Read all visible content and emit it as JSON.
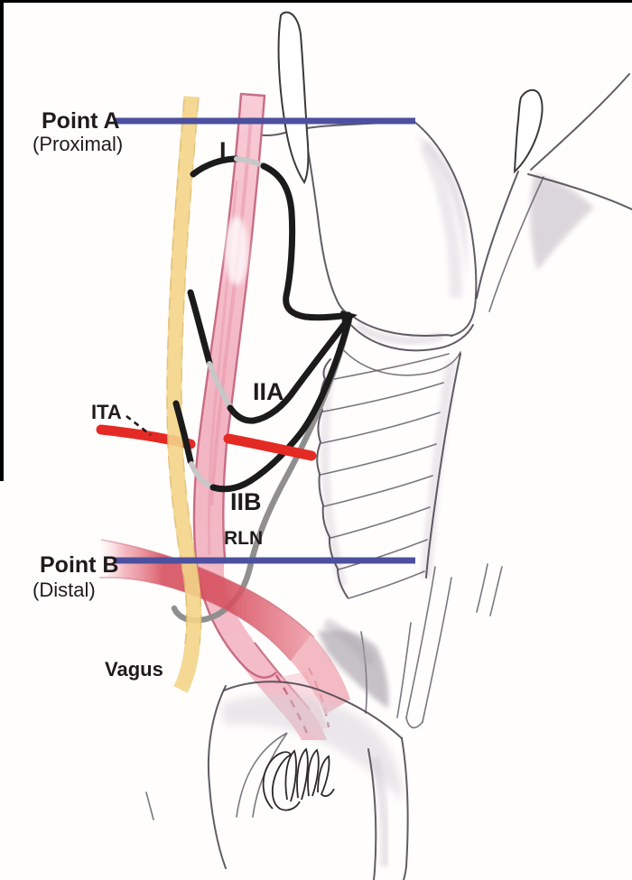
{
  "figure": {
    "title": "Recurrent laryngeal nerve course variants diagram",
    "labels": {
      "point_a": "Point A",
      "point_a_sub": "(Proximal)",
      "point_b": "Point B",
      "point_b_sub": "(Distal)",
      "variant_i": "I",
      "variant_iia": "IIA",
      "variant_iib": "IIB",
      "ita": "ITA",
      "rln": "RLN",
      "vagus": "Vagus"
    },
    "colors": {
      "reference_line": "#4c509e",
      "vagus_nerve": "#f3d488",
      "vagus_edge": "#d8b264",
      "carotid_fill": "#f5c3ce",
      "carotid_edge": "#c2607a",
      "ita_artery": "#e42a24",
      "subclavian_core": "#d64f5e",
      "subclavian_light": "#f0a9b4",
      "rln_gray": "#8f8f8f",
      "nerve_black": "#1b1b1b",
      "frame_bar": "#000000"
    }
  }
}
